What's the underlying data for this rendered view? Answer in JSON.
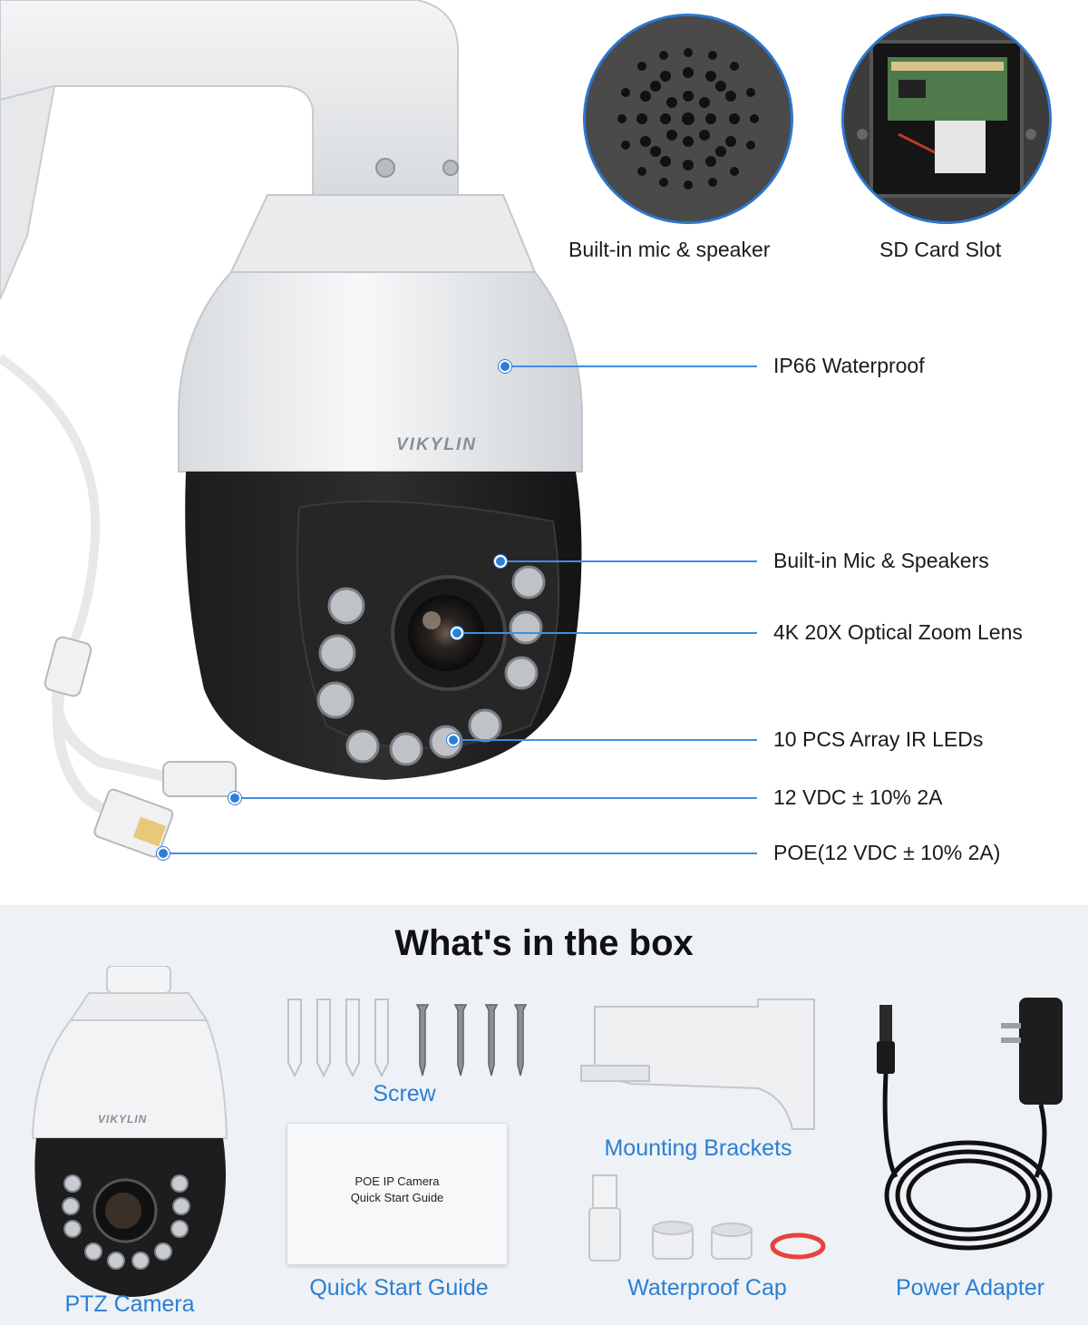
{
  "brand": "VIKYLIN",
  "detail_images": [
    {
      "caption": "Built-in mic & speaker"
    },
    {
      "caption": "SD Card Slot"
    }
  ],
  "features": [
    {
      "label": "IP66 Waterproof"
    },
    {
      "label": "Built-in Mic & Speakers"
    },
    {
      "label": "4K 20X Optical Zoom Lens"
    },
    {
      "label": "10 PCS Array IR LEDs"
    },
    {
      "label": "12 VDC ± 10% 2A"
    },
    {
      "label": "POE(12 VDC ± 10% 2A)"
    }
  ],
  "box": {
    "title": "What's in the box",
    "items": [
      {
        "label": "PTZ Camera"
      },
      {
        "label": "Screw"
      },
      {
        "label": "Quick Start Guide"
      },
      {
        "label": "Mounting Brackets"
      },
      {
        "label": "Waterproof Cap"
      },
      {
        "label": "Power Adapter"
      }
    ],
    "guide_text": [
      "POE IP Camera",
      "Quick Start Guide"
    ]
  },
  "colors": {
    "accent": "#2b7fd4",
    "line": "#3d8fe0",
    "box_background": "#eef1f5"
  }
}
